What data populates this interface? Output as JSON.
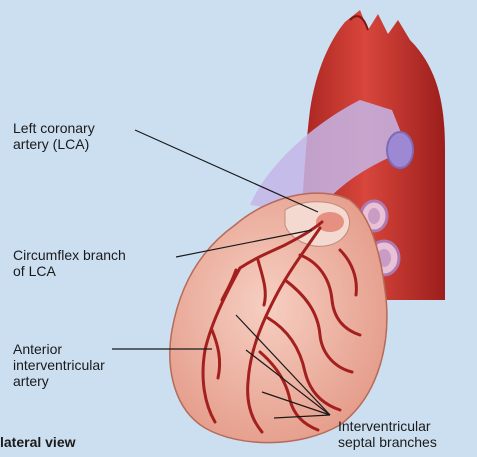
{
  "labels": {
    "lca": [
      "Left coronary",
      "artery (LCA)"
    ],
    "circumflex": [
      "Circumflex branch",
      "of LCA"
    ],
    "aiv": [
      "Anterior",
      "interventricular",
      "artery"
    ],
    "septal": [
      "Interventricular",
      "septal branches"
    ],
    "view": "lateral view"
  },
  "colors": {
    "background": "#ccdff0",
    "aorta": "#c8312c",
    "heart": "#f0b8a8",
    "coronary": "#a3201f",
    "pulmonary": "#b9a9e0"
  }
}
